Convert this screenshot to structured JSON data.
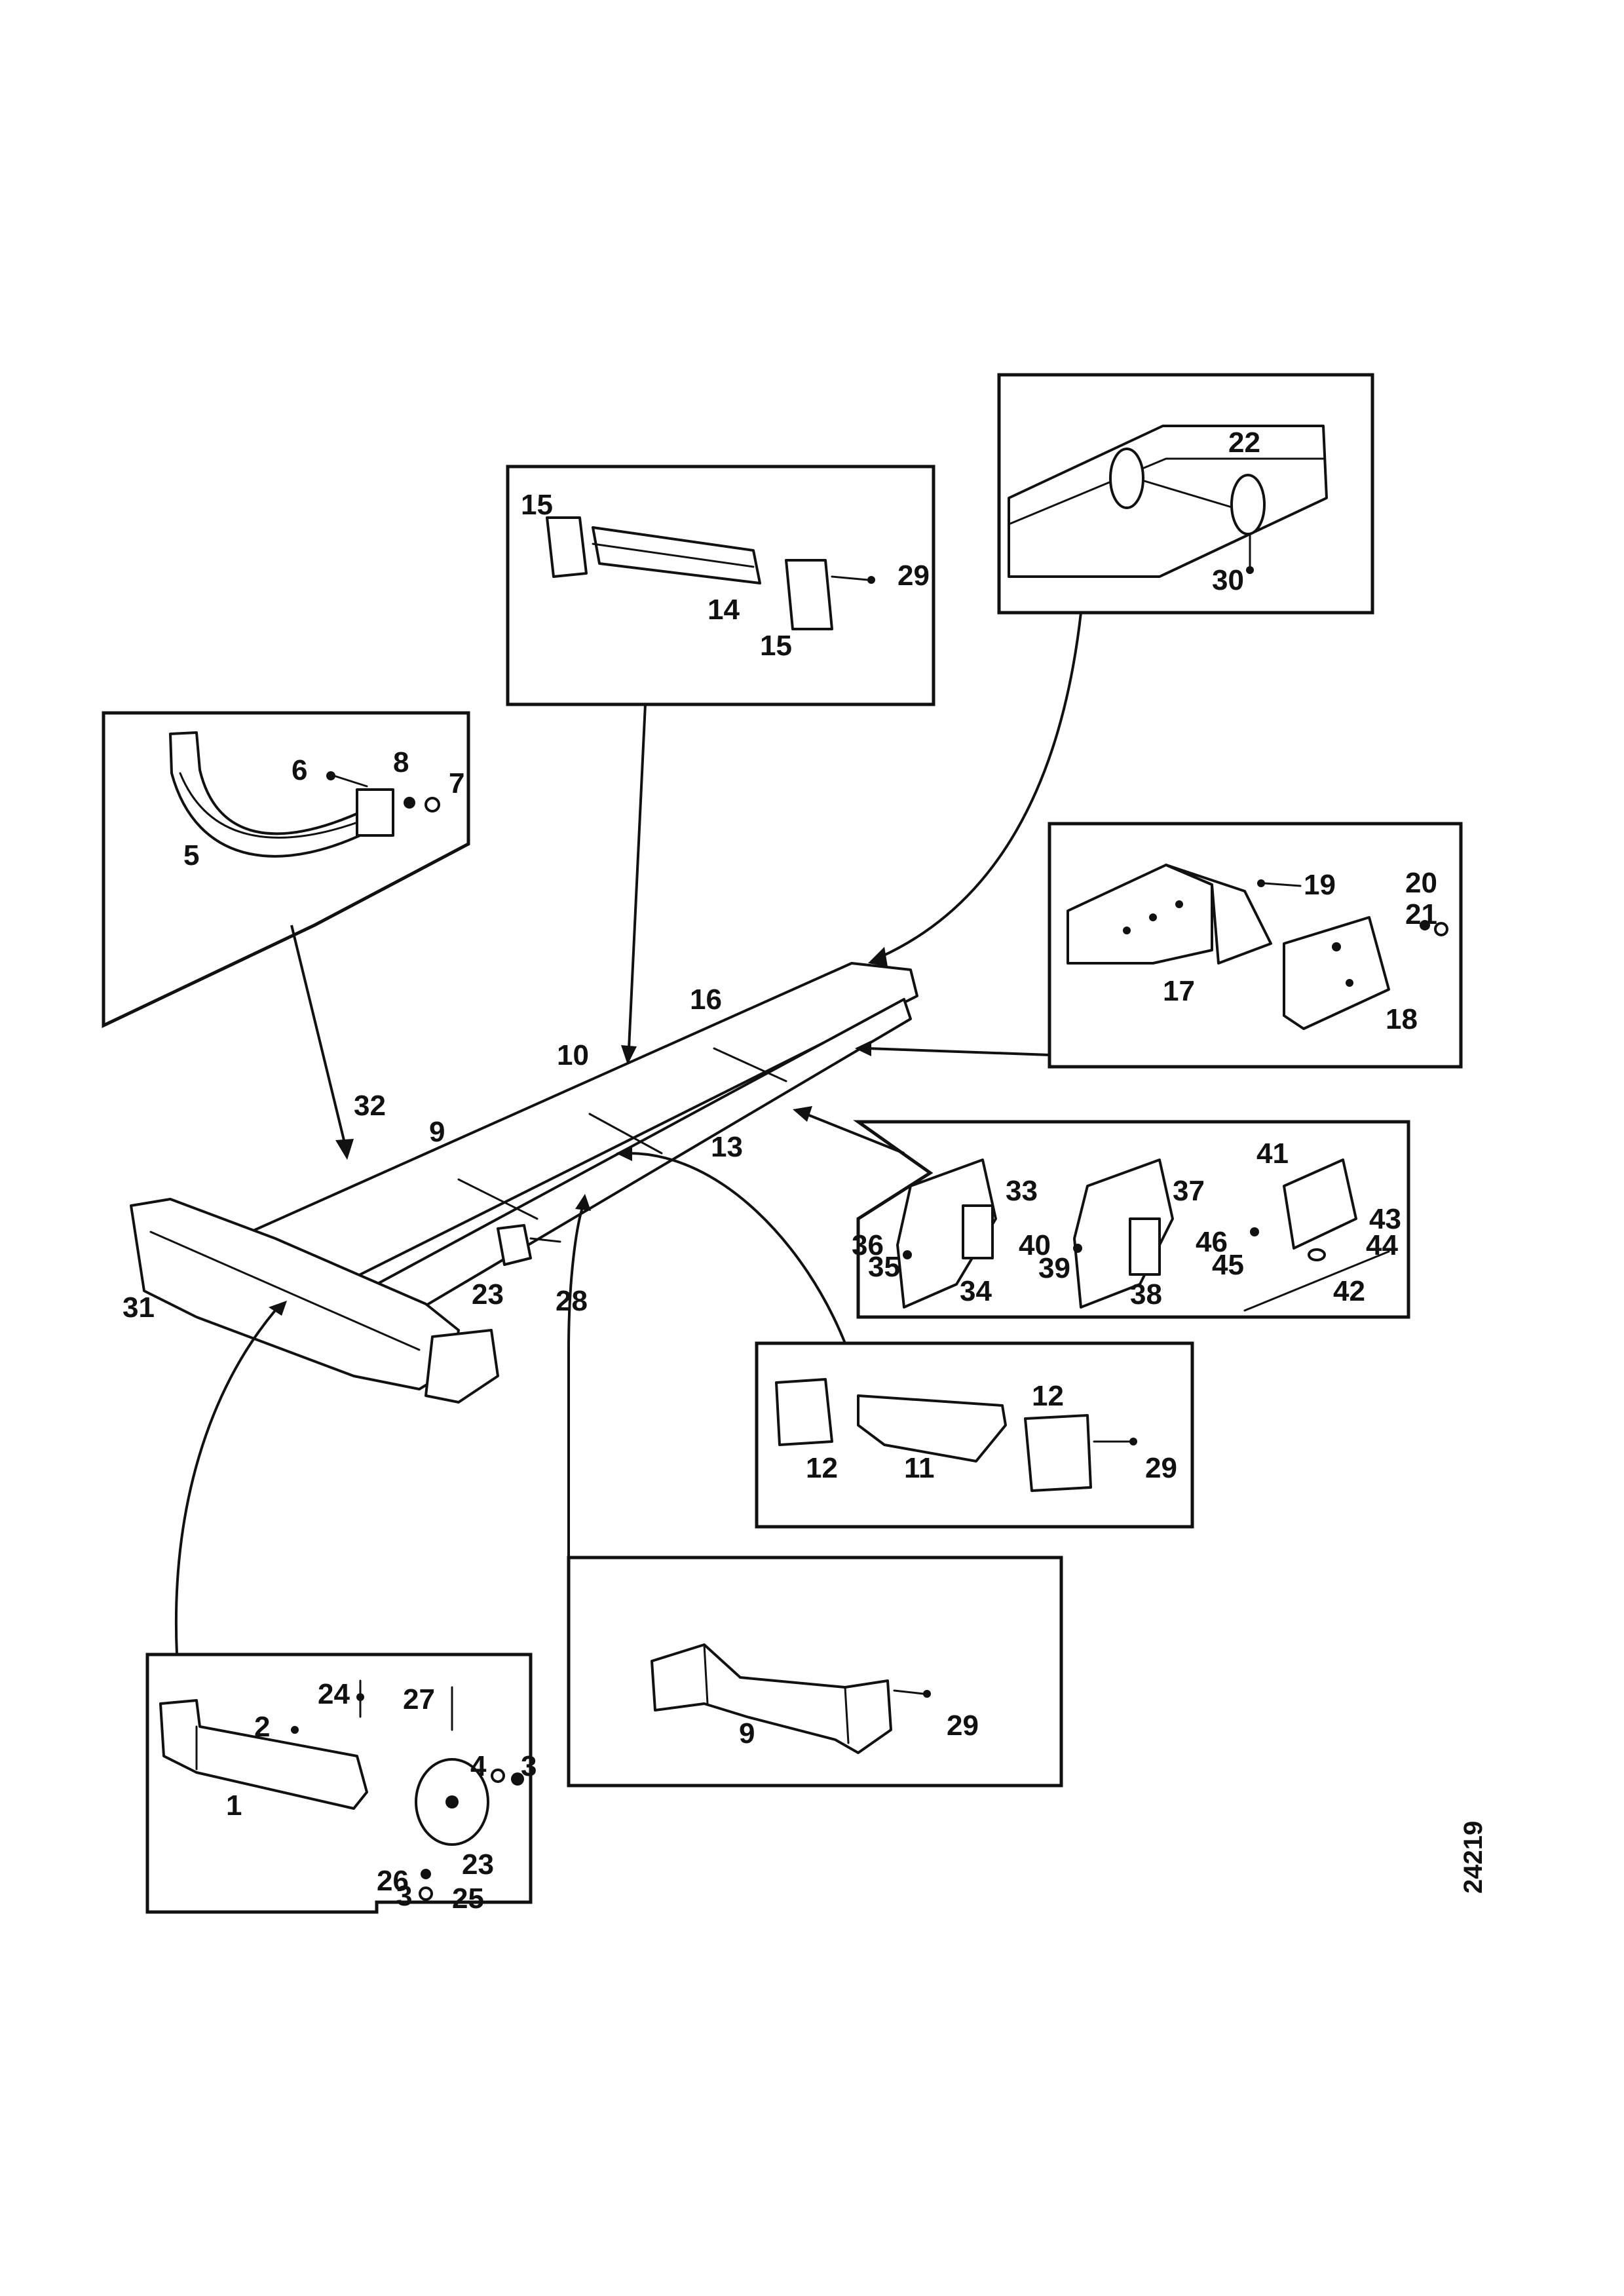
{
  "drawing": {
    "number": "24219",
    "colors": {
      "ink": "#111111",
      "paper": "#ffffff"
    }
  },
  "callouts": {
    "p1": "1",
    "p2": "2",
    "p3a": "3",
    "p3b": "3",
    "p4": "4",
    "p5": "5",
    "p6": "6",
    "p7": "7",
    "p8": "8",
    "p9a": "9",
    "p9b": "9",
    "p10": "10",
    "p11": "11",
    "p12a": "12",
    "p12b": "12",
    "p13": "13",
    "p14": "14",
    "p15a": "15",
    "p15b": "15",
    "p16": "16",
    "p17": "17",
    "p18": "18",
    "p19": "19",
    "p20": "20",
    "p21": "21",
    "p22": "22",
    "p23a": "23",
    "p23b": "23",
    "p24": "24",
    "p25": "25",
    "p26": "26",
    "p27": "27",
    "p28": "28",
    "p29a": "29",
    "p29b": "29",
    "p29c": "29",
    "p30": "30",
    "p31": "31",
    "p32": "32",
    "p33": "33",
    "p34": "34",
    "p35": "35",
    "p36": "36",
    "p37": "37",
    "p38": "38",
    "p39": "39",
    "p40": "40",
    "p41": "41",
    "p42": "42",
    "p43": "43",
    "p44": "44",
    "p45": "45",
    "p46": "46"
  },
  "detail_boxes": [
    {
      "id": "crossmember-curved",
      "parts": [
        "5",
        "6",
        "7",
        "8"
      ]
    },
    {
      "id": "crossmember-mid",
      "parts": [
        "14",
        "15",
        "29"
      ]
    },
    {
      "id": "rear-tube",
      "parts": [
        "22",
        "30"
      ]
    },
    {
      "id": "rear-bracket",
      "parts": [
        "17",
        "18",
        "19",
        "20",
        "21"
      ]
    },
    {
      "id": "side-brackets",
      "parts": [
        "33",
        "34",
        "35",
        "36",
        "37",
        "38",
        "39",
        "40",
        "41",
        "42",
        "43",
        "44",
        "45",
        "46"
      ]
    },
    {
      "id": "crossmember-11",
      "parts": [
        "11",
        "12",
        "29"
      ]
    },
    {
      "id": "crossmember-9",
      "parts": [
        "9",
        "29"
      ]
    },
    {
      "id": "front-crossmember",
      "parts": [
        "1",
        "2",
        "3",
        "4",
        "23",
        "24",
        "25",
        "26",
        "27"
      ]
    }
  ]
}
